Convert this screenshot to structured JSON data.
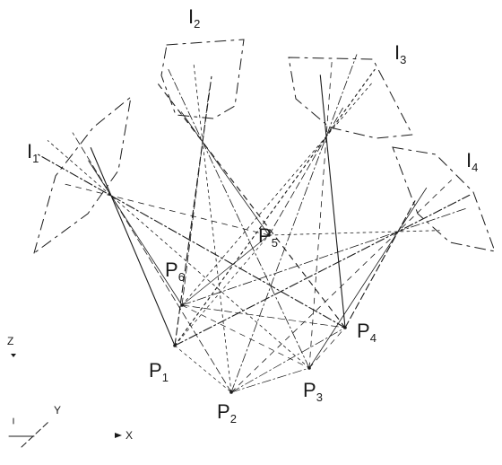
{
  "diagram": {
    "images": [
      {
        "id": "I1",
        "base": "I",
        "sub": "1"
      },
      {
        "id": "I2",
        "base": "I",
        "sub": "2"
      },
      {
        "id": "I3",
        "base": "I",
        "sub": "3"
      },
      {
        "id": "I4",
        "base": "I",
        "sub": "4"
      }
    ],
    "points": [
      {
        "id": "P1",
        "base": "P",
        "sub": "1"
      },
      {
        "id": "P2",
        "base": "P",
        "sub": "2"
      },
      {
        "id": "P3",
        "base": "P",
        "sub": "3"
      },
      {
        "id": "P4",
        "base": "P",
        "sub": "4"
      },
      {
        "id": "P5",
        "base": "P",
        "sub": "5"
      },
      {
        "id": "P6",
        "base": "P",
        "sub": "6"
      }
    ],
    "axes": {
      "z": "Z",
      "y": "Y",
      "x": "X"
    },
    "colors": {
      "ink": "#1a1a1a",
      "background": "#ffffff"
    }
  }
}
